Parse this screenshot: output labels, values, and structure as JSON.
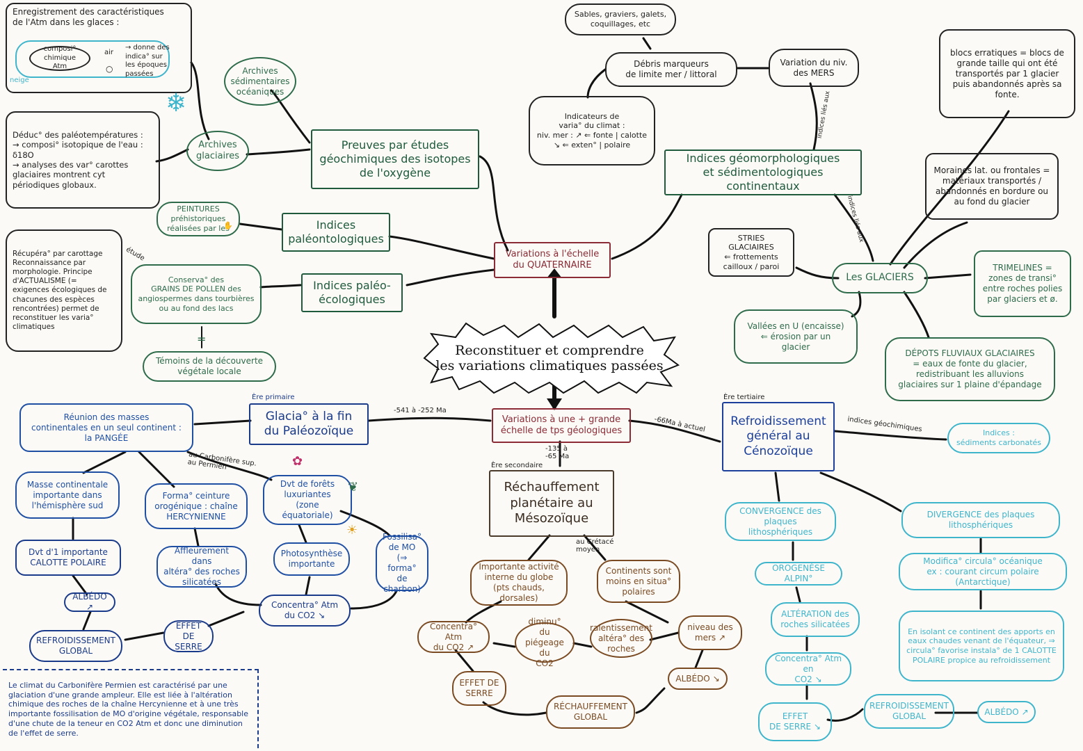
{
  "central": {
    "title": "Reconstituer et comprendre\nles variations climatiques passées"
  },
  "quaternaire": {
    "title": "Variations à l'échelle\ndu QUATERNAIRE",
    "isotopes": "Preuves par études\ngéochimiques des isotopes\nde l'oxygène",
    "archives_sed": "Archives\nsédimentaires\nocéaniques",
    "archives_glac": "Archives\nglaciaires",
    "enregistrement": "Enregistrement des caractéristiques\nde l'Atm dans les glaces :",
    "compo_chimique": "composi° chimique Atm",
    "air": "air",
    "donne_indic": "→ donne des indica° sur les époques passées",
    "neige": "neige",
    "deduc": "Déduc° des paléotempératures :\n→ composi° isotopique de l'eau : δ18O\n→ analyses des var° carottes glaciaires montrent cyt périodiques globaux.",
    "paleonto": "Indices\npaléontologiques",
    "peintures": "PEINTURES\npréhistoriques\nréalisées par les",
    "paleoeco": "Indices paléo-\nécologiques",
    "etude": "étude",
    "pollen": "Conserva° des\nGRAINS DE POLLEN des\nangiospermes dans tourbières ou au fond des lacs",
    "equals": "=",
    "temoins": "Témoins de la découverte\nvégétale locale",
    "recupera": "Récupéra° par carottage\nReconnaissance par morphologie.\nPrincipe d'ACTUALISME\n(= exigences écologiques de chacunes des espèces rencontrées) permet de reconstituer les varia° climatiques",
    "geomorpho": "Indices géomorphologiques\net sédimentologiques continentaux",
    "variation_mers": "Variation du niv.\ndes MERS",
    "debris": "Débris marqueurs\nde limite mer / littoral",
    "sables": "Sables, graviers, galets,\ncoquillages, etc",
    "indicateurs": "Indicateurs de\nvaria° du climat :\nniv. mer : ↗ ⇐ fonte | calotte\n↘ ⇐ exten° | polaire",
    "indices_lies_mers": "indices liés aux",
    "indices_lies_glaciers": "indices liés aux",
    "glaciers": "Les GLACIERS",
    "blocs": "blocs erratiques = blocs de grande taille qui ont été transportés par 1 glacier puis abandonnés après sa fonte.",
    "moraines": "Moraines lat. ou frontales = matériaux transportés / abandonnés en bordure ou au fond du glacier",
    "stries": "STRIES GLACIAIRES\n⇐ frottements\ncailloux / paroi",
    "trimelines": "TRIMELINES = zones de transi° entre roches polies par glaciers et ø.",
    "vallees": "Vallées en U (encaisse)\n⇐ érosion par un\nglacier",
    "depots": "DÉPOTS FLUVIAUX GLACIAIRES\n= eaux de fonte du glacier,\nredistribuant les alluvions\nglaciaires sur 1 plaine d'épandage"
  },
  "geologique": {
    "title": "Variations à une + grande\néchelle de tps géologiques",
    "paleo_era": "Ère primaire",
    "paleo_range": "-541 à -252 Ma",
    "paleo_title": "Glacia° à la fin\ndu Paléozoïque",
    "pangee": "Réunion des masses\ncontinentales en un seul continent :\nla PANGÉE",
    "carbonifere": "au Carbonifère sup.\nau Permien",
    "masse": "Masse continentale\nimportante dans\nl'hémisphère sud",
    "calotte": "Dvt d'1 importante\nCALOTTE POLAIRE",
    "albedo1": "ALBÉDO ↗",
    "refroid1": "REFROIDISSEMENT\nGLOBAL",
    "effet1": "EFFET\nDE SERRE",
    "forma": "Forma° ceinture\norogénique : chaîne\nHERCYNIENNE",
    "affleurement": "Affleurement dans\naltéra° des roches\nsilicatées",
    "forets": "Dvt de forêts\nluxuriantes\n(zone équatoriale)",
    "photosynthese": "Photosynthèse\nimportante",
    "fossilisa": "Fossilisa°\nde MO (⇒\nforma° de\ncharbon)",
    "concentra1": "Concentra° Atm\ndu CO2 ↘",
    "meso_era": "Ère secondaire",
    "meso_range": "-135 à\n-65 Ma",
    "meso_title": "Réchauffement\nplanétaire au\nMésozoïque",
    "meso_sub": "au Crétacé\nmoyen",
    "activite": "Importante activité\ninterne du globe\n(pts chauds, dorsales)",
    "continents": "Continents sont\nmoins en situa°\npolaires",
    "concentra2": "Concentra° Atm\ndu CO2 ↗",
    "diminu": "diminu° du\npiégeage du\nCO2",
    "ralentissement": "ralentissement\naltéra° des\nroches",
    "niveau": "niveau des\nmers ↗",
    "effet2": "EFFET DE\nSERRE",
    "rechauffement": "RÉCHAUFFEMENT\nGLOBAL",
    "albedo2": "ALBÉDO ↘",
    "ceno_era": "Ère tertiaire",
    "ceno_range": "-66Ma à actuel",
    "ceno_title": "Refroidissement\ngénéral au\nCénozoïque",
    "indices_geochim": "indices géochimiques",
    "indices_sed": "Indices :\nsédiments carbonatés",
    "convergence": "CONVERGENCE des\nplaques lithosphériques",
    "divergence": "DIVERGENCE des plaques\nlithosphériques",
    "orogenese": "OROGENÈSE ALPIN°",
    "alteration": "ALTÉRATION des\nroches silicatées",
    "concentra3": "Concentra° Atm en\nCO2 ↘",
    "effet3": "EFFET\nDE SERRE ↘",
    "modifica": "Modifica° circula° océanique\nex : courant circum polaire (Antarctique)",
    "isolant": "En isolant ce continent des apports en eaux chaudes venant de l'équateur, ⇒ circula° favorise instala° de 1 CALOTTE POLAIRE propice au refroidissement",
    "refroid3": "REFROIDISSEMENT\nGLOBAL",
    "albedo3": "ALBÉDO ↗",
    "resume": "Le climat du Carbonifère Permien est caractérisé par une glaciation d'une grande ampleur. Elle est liée à l'altération chimique des roches de la chaîne Hercynienne et à une très importante fossilisation de MO d'origine végétale, responsable d'une chute de la teneur en CO2 Atm et donc une diminution de l'effet de serre."
  },
  "colors": {
    "green": "#2e6b4a",
    "maroon": "#8a2b36",
    "blue": "#1f4fa3",
    "brown": "#7a4a22",
    "cyan": "#3fb5cc",
    "navy": "#1a3a8a"
  },
  "icons": [
    "snowflake-icon",
    "flower-icon",
    "leaf-icon",
    "sun-icon",
    "hand-icon"
  ]
}
